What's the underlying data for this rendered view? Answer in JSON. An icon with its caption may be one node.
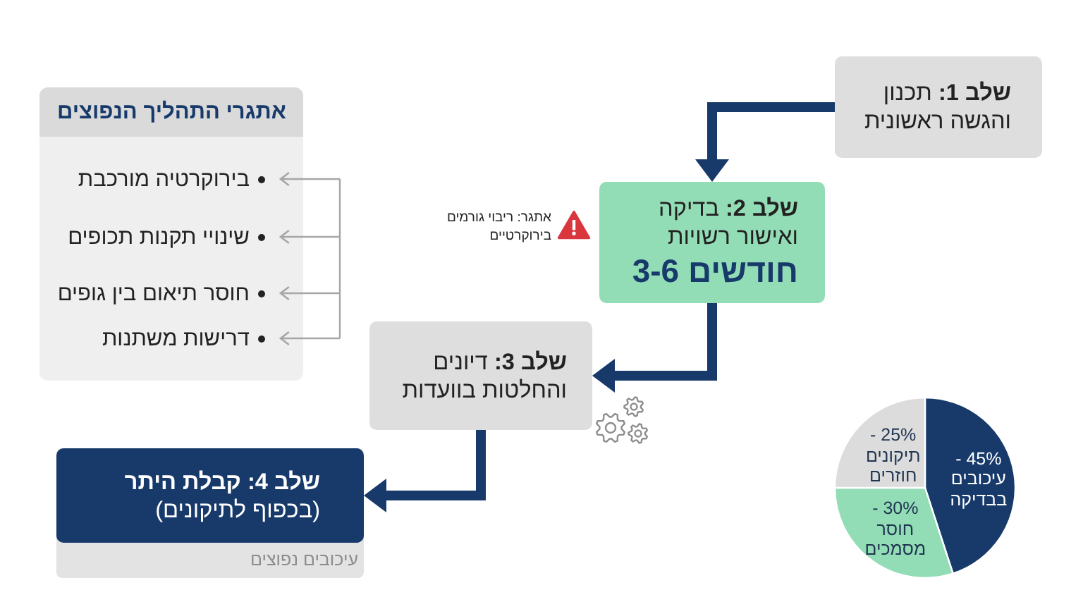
{
  "diagram": {
    "nodes": [
      {
        "text": [
          "**שלב 1:** תכנון והגשה ראשונית"
        ]
      },
      {
        "text": [
          "**שלב 2:** בדיקה ואישור רשויות",
          "חודשים 3-6"
        ],
        "beside": [
          "אתגר: ריבוי גורמים בירוקרטיים"
        ]
      },
      {
        "text": [
          "**שלב 3:** דיונים והחלטות בוועדות"
        ]
      },
      {
        "text": [
          "עיכובים נפוצים"
        ]
      },
      {
        "text": [
          "**שלב 4: קבלת היתר** (בכפוף לתיקונים)"
        ],
        "in": 3
      },
      {
        "text": [
          "אתגרי התהליך הנפוצים"
        ]
      },
      {
        "text": [
          "בירוקרטיה מורכבת"
        ],
        "in": 5
      },
      {
        "text": [
          "שינויי תקנות תכופים"
        ],
        "in": 5
      },
      {
        "text": [
          "חוסר תיאום בין גופים"
        ],
        "in": 5
      },
      {
        "text": [
          "דרישות משתנות"
        ],
        "in": 5
      }
    ],
    "edges": [
      {
        "from": 0,
        "to": 1,
        "arrow": "to",
        "style": "thick",
        "color": "#173a6b"
      },
      {
        "from": 1,
        "to": 2,
        "arrow": "to",
        "style": "thick",
        "color": "#173a6b"
      },
      {
        "from": 2,
        "to": 4,
        "arrow": "to",
        "style": "thick",
        "color": "#173a6b"
      },
      {
        "from": null,
        "to": 6,
        "arrow": "to"
      },
      {
        "from": null,
        "to": 7,
        "arrow": "to"
      },
      {
        "from": null,
        "to": 8,
        "arrow": "to"
      },
      {
        "from": null,
        "to": 9,
        "arrow": "to"
      }
    ],
    "chart_data": {
      "type": "pie",
      "categories": [
        "עיכובים בבדיקה",
        "חוסר מסמכים",
        "תיקונים חוזרים"
      ],
      "values": [
        45,
        30,
        25
      ],
      "value_labels": [
        "45% -",
        "30% -",
        "25% -"
      ]
    }
  }
}
